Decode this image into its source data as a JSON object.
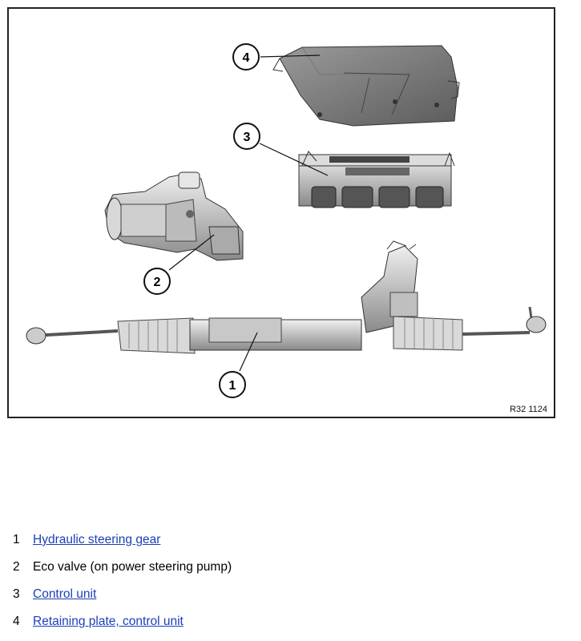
{
  "figure": {
    "reference": "R32 1124",
    "callouts": [
      "1",
      "2",
      "3",
      "4"
    ]
  },
  "legend": [
    {
      "num": "1",
      "text": "Hydraulic steering gear",
      "link": true
    },
    {
      "num": "2",
      "text": "Eco valve (on power steering pump)",
      "link": false
    },
    {
      "num": "3",
      "text": "Control unit",
      "link": true
    },
    {
      "num": "4",
      "text": "Retaining plate, control unit",
      "link": true
    }
  ]
}
